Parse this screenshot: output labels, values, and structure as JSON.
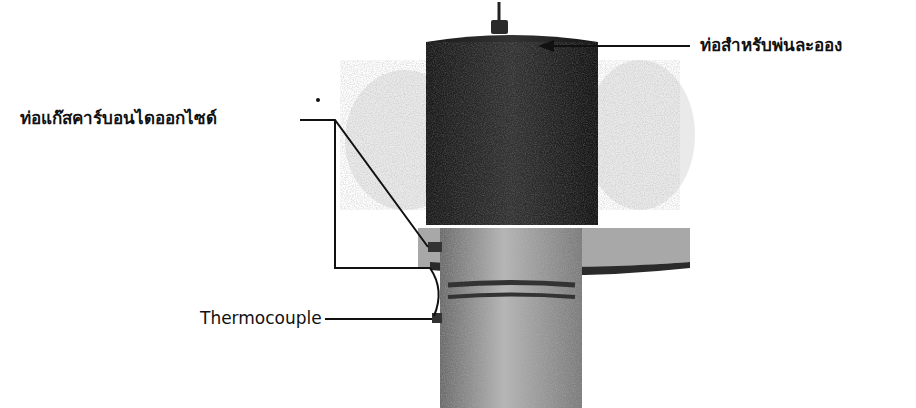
{
  "diagram": {
    "labels": [
      "ท่อสำหรับพ่นละออง",
      "ท่อแก๊สคาร์บอนไดออกไซด์",
      "Thermocouple"
    ]
  }
}
